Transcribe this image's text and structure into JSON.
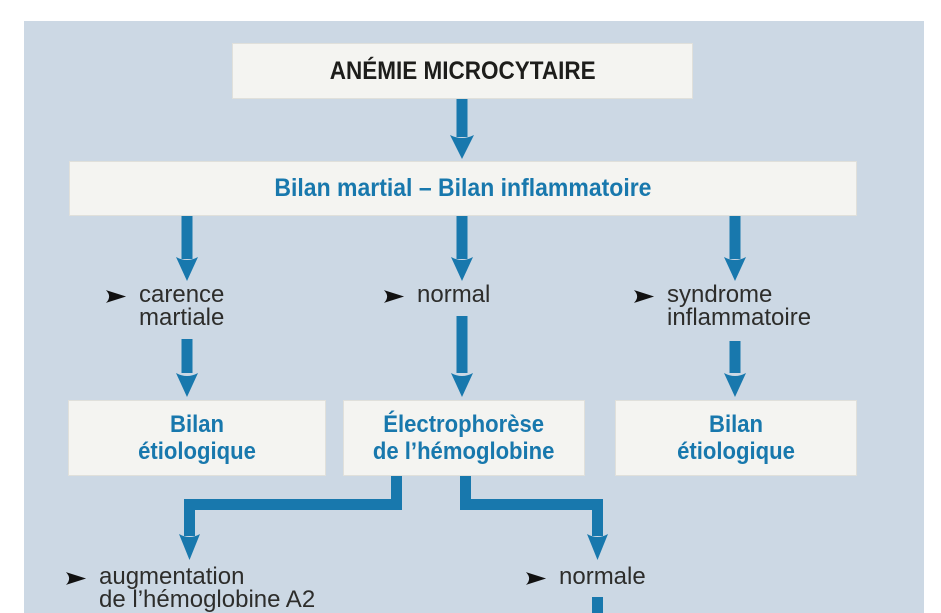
{
  "palette": {
    "panel_bg": "#ccd8e4",
    "box_bg": "#f4f4f1",
    "accent_blue": "#1878ad",
    "title_black": "#1d1d1b",
    "label_dark": "#2d2d2b"
  },
  "flowchart": {
    "root": {
      "label": "ANÉMIE MICROCYTAIRE"
    },
    "assessment": {
      "label": "Bilan martial – Bilan inflammatoire"
    },
    "findings": [
      {
        "line1": "carence",
        "line2": "martiale"
      },
      {
        "line1": "normal"
      },
      {
        "line1": "syndrome",
        "line2": "inflammatoire"
      }
    ],
    "actions": [
      {
        "line1": "Bilan",
        "line2": "étiologique"
      },
      {
        "line1": "Électrophorèse",
        "line2": "de l’hémoglobine"
      },
      {
        "line1": "Bilan",
        "line2": "étiologique"
      }
    ],
    "results": [
      {
        "line1": "augmentation",
        "line2": "de l’hémoglobine A2"
      },
      {
        "line1": "normale"
      }
    ]
  }
}
